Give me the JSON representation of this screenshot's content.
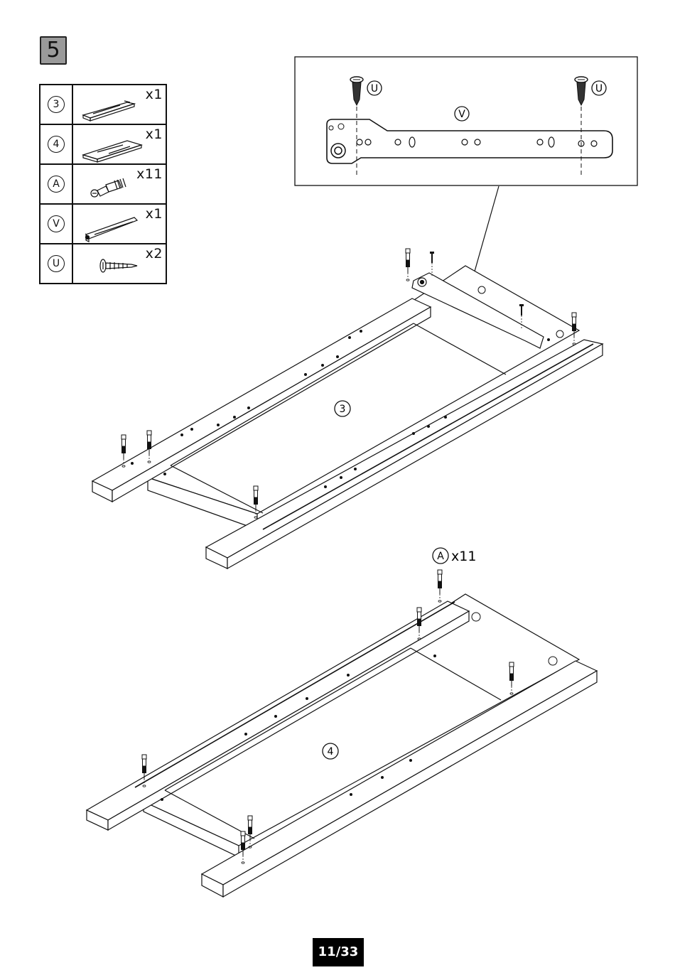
{
  "step": {
    "number": "5"
  },
  "parts": [
    {
      "id": "3",
      "qty": "x1",
      "icon": "side-rail-3-icon"
    },
    {
      "id": "4",
      "qty": "x1",
      "icon": "side-rail-4-icon"
    },
    {
      "id": "A",
      "qty": "x11",
      "icon": "cam-bolt-icon"
    },
    {
      "id": "V",
      "qty": "x1",
      "icon": "bracket-icon"
    },
    {
      "id": "U",
      "qty": "x2",
      "icon": "screw-icon"
    }
  ],
  "detail": {
    "screw_label": "U",
    "bracket_label": "V"
  },
  "assembly_top": {
    "panel_label": "3"
  },
  "assembly_bottom": {
    "panel_label": "4",
    "callout_part": "A",
    "callout_qty": "x11"
  },
  "footer": {
    "page": "11/33"
  }
}
